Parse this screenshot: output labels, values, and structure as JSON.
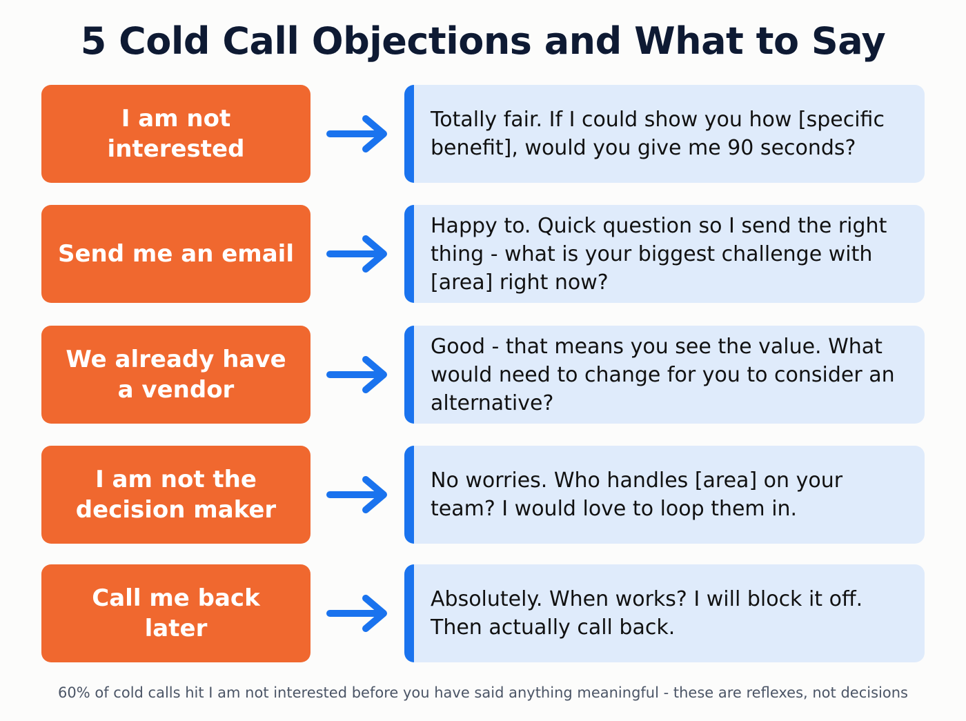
{
  "title": "5 Cold Call Objections and What to Say",
  "colors": {
    "objection_bg": "#f0682f",
    "response_bg": "#dfebfb",
    "accent_blue": "#1a73ee",
    "title_text": "#0e1a33",
    "footer_text": "#4b5566"
  },
  "rows": [
    {
      "objection": "I am not interested",
      "response": "Totally fair. If I could show you how [specific benefit], would you give me 90 seconds?"
    },
    {
      "objection": "Send me an email",
      "response": "Happy to. Quick question so I send the right thing - what is your biggest challenge with [area] right now?"
    },
    {
      "objection": "We already have a vendor",
      "response": "Good - that means you see the value. What would need to change for you to consider an alternative?"
    },
    {
      "objection": "I am not the decision maker",
      "response": "No worries. Who handles [area] on your team? I would love to loop them in."
    },
    {
      "objection": "Call me back later",
      "response": "Absolutely. When works? I will block it off. Then actually call back."
    }
  ],
  "footer": "60% of cold calls hit I am not interested before you have said anything meaningful - these are reflexes, not decisions"
}
